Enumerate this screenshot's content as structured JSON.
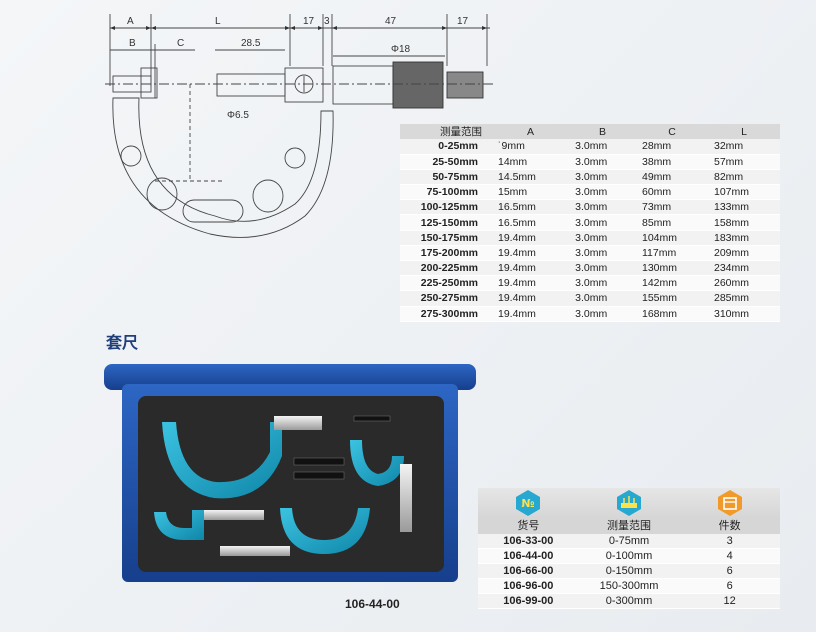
{
  "drawing": {
    "dims": {
      "A": "A",
      "L": "L",
      "d17a": "17",
      "d3": "3",
      "d47": "47",
      "d17b": "17",
      "B": "B",
      "C": "C",
      "d285": "28.5",
      "phi18": "Φ18",
      "phi65": "Φ6.5"
    }
  },
  "spec_table": {
    "headers": [
      "测量范围",
      "A",
      "B",
      "C",
      "L"
    ],
    "rows": [
      [
        "0-25mm",
        "˙9mm",
        "3.0mm",
        "28mm",
        "32mm"
      ],
      [
        "25-50mm",
        "14mm",
        "3.0mm",
        "38mm",
        "57mm"
      ],
      [
        "50-75mm",
        "14.5mm",
        "3.0mm",
        "49mm",
        "82mm"
      ],
      [
        "75-100mm",
        "15mm",
        "3.0mm",
        "60mm",
        "107mm"
      ],
      [
        "100-125mm",
        "16.5mm",
        "3.0mm",
        "73mm",
        "133mm"
      ],
      [
        "125-150mm",
        "16.5mm",
        "3.0mm",
        "85mm",
        "158mm"
      ],
      [
        "150-175mm",
        "19.4mm",
        "3.0mm",
        "104mm",
        "183mm"
      ],
      [
        "175-200mm",
        "19.4mm",
        "3.0mm",
        "117mm",
        "209mm"
      ],
      [
        "200-225mm",
        "19.4mm",
        "3.0mm",
        "130mm",
        "234mm"
      ],
      [
        "225-250mm",
        "19.4mm",
        "3.0mm",
        "142mm",
        "260mm"
      ],
      [
        "250-275mm",
        "19.4mm",
        "3.0mm",
        "155mm",
        "285mm"
      ],
      [
        "275-300mm",
        "19.4mm",
        "3.0mm",
        "168mm",
        "310mm"
      ]
    ]
  },
  "section_title": "套尺",
  "model_caption": "106-44-00",
  "kit_table": {
    "icons": [
      "number-sign-icon",
      "ruler-icon",
      "box-icon"
    ],
    "icon_text": {
      "number": "№"
    },
    "headers": [
      "货号",
      "测量范围",
      "件数"
    ],
    "rows": [
      [
        "106-33-00",
        "0-75mm",
        "3"
      ],
      [
        "106-44-00",
        "0-100mm",
        "4"
      ],
      [
        "106-66-00",
        "0-150mm",
        "6"
      ],
      [
        "106-96-00",
        "150-300mm",
        "6"
      ],
      [
        "106-99-00",
        "0-300mm",
        "12"
      ]
    ]
  },
  "colors": {
    "accent": "#1f3f7a",
    "case_blue": "#1b4fa8",
    "frame_cyan": "#1aa6c9",
    "foam": "#2a2a2a"
  }
}
